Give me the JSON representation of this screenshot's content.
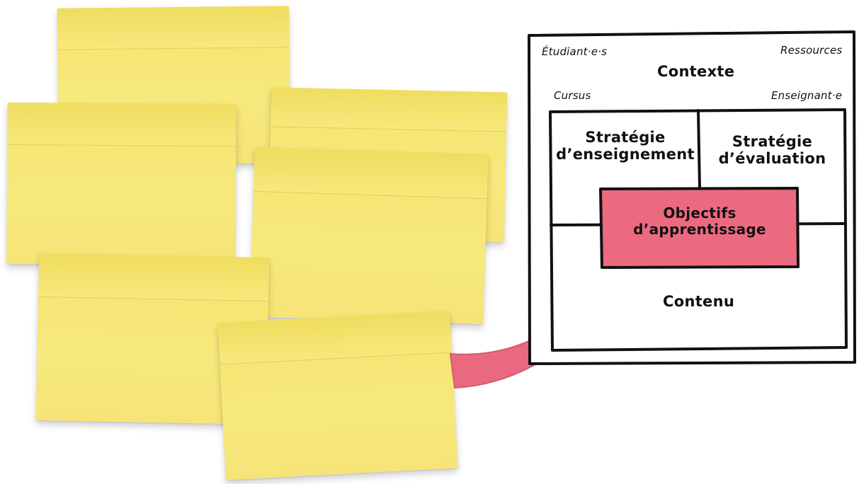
{
  "board": {
    "corner_top_left": "Étudiant·e·s",
    "corner_top_right": "Ressources",
    "title": "Contexte",
    "corner_mid_left": "Cursus",
    "corner_mid_right": "Enseignant·e",
    "teaching_strategy_line1": "Stratégie",
    "teaching_strategy_line2": "d’enseignement",
    "assessment_strategy_line1": "Stratégie",
    "assessment_strategy_line2": "d’évaluation",
    "objectives_line1": "Objectifs",
    "objectives_line2": "d’apprentissage",
    "content": "Contenu"
  },
  "colors": {
    "sticky_note": "#f6e477",
    "objectives_box": "#ec6a80",
    "arrow": "#e96a80",
    "ink": "#111111"
  },
  "icons": [
    "sticky-note-icon",
    "curved-arrow-icon"
  ]
}
